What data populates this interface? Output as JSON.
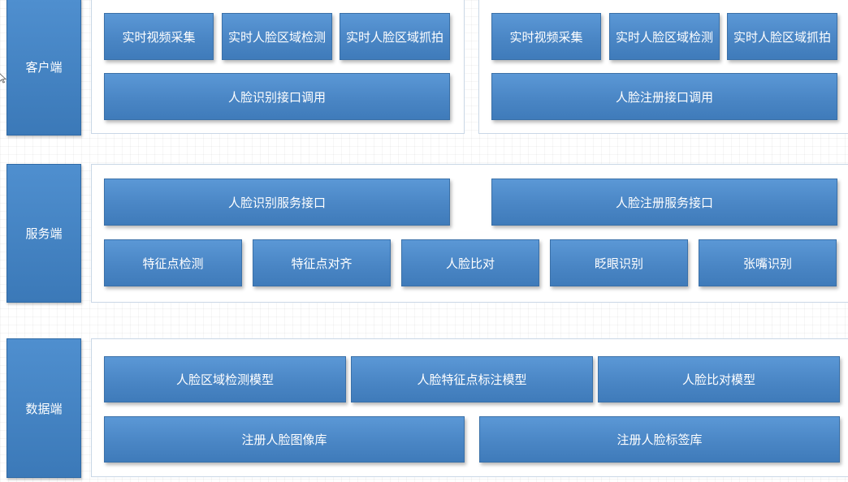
{
  "tiers": {
    "client": {
      "label": "客户端",
      "left_group": {
        "capture_items": [
          "实时视频采集",
          "实时人脸区域检测",
          "实时人脸区域抓拍"
        ],
        "api_call": "人脸识别接口调用"
      },
      "right_group": {
        "capture_items": [
          "实时视频采集",
          "实时人脸区域检测",
          "实时人脸区域抓拍"
        ],
        "api_call": "人脸注册接口调用"
      }
    },
    "server": {
      "label": "服务端",
      "services": [
        "人脸识别服务接口",
        "人脸注册服务接口"
      ],
      "modules": [
        "特征点检测",
        "特征点对齐",
        "人脸比对",
        "眨眼识别",
        "张嘴识别"
      ]
    },
    "data": {
      "label": "数据端",
      "models": [
        "人脸区域检测模型",
        "人脸特征点标注模型",
        "人脸比对模型"
      ],
      "databases": [
        "注册人脸图像库",
        "注册人脸标签库"
      ]
    }
  },
  "colors": {
    "box_fill": "#4a86c5",
    "box_border": "#3a70a8",
    "panel_border": "#c9d7e6",
    "text": "#ffffff"
  }
}
